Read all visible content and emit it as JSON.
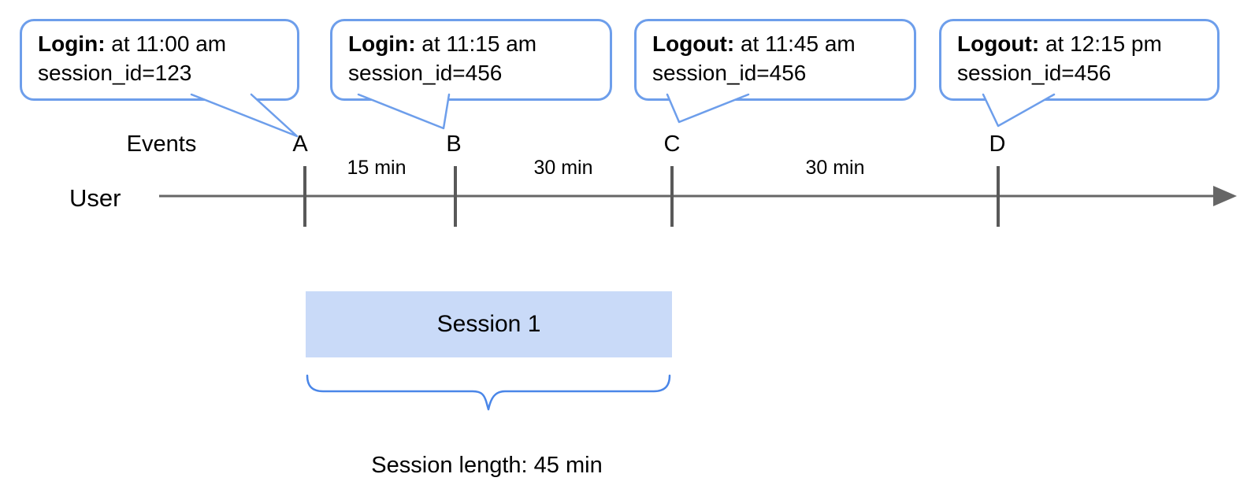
{
  "callouts": [
    {
      "event_label": "Login:",
      "event_rest": " at 11:00 am",
      "session_line": "session_id=123",
      "target": "A"
    },
    {
      "event_label": "Login:",
      "event_rest": " at 11:15 am",
      "session_line": "session_id=456",
      "target": "B"
    },
    {
      "event_label": "Logout:",
      "event_rest": " at 11:45 am",
      "session_line": "session_id=456",
      "target": "C"
    },
    {
      "event_label": "Logout:",
      "event_rest": " at 12:15 pm",
      "session_line": "session_id=456",
      "target": "D"
    }
  ],
  "timeline": {
    "events_label": "Events",
    "user_label": "User",
    "ticks": [
      "A",
      "B",
      "C",
      "D"
    ],
    "intervals": [
      "15 min",
      "30 min",
      "30 min"
    ]
  },
  "session": {
    "box_label": "Session 1",
    "length_label": "Session length: 45 min"
  },
  "colors": {
    "callout_blue": "#6d9eeb",
    "brace_blue": "#4a86e8",
    "session_fill": "#c9daf8",
    "line_gray": "#666666",
    "tick_gray": "#595959",
    "text_black": "#000000"
  }
}
